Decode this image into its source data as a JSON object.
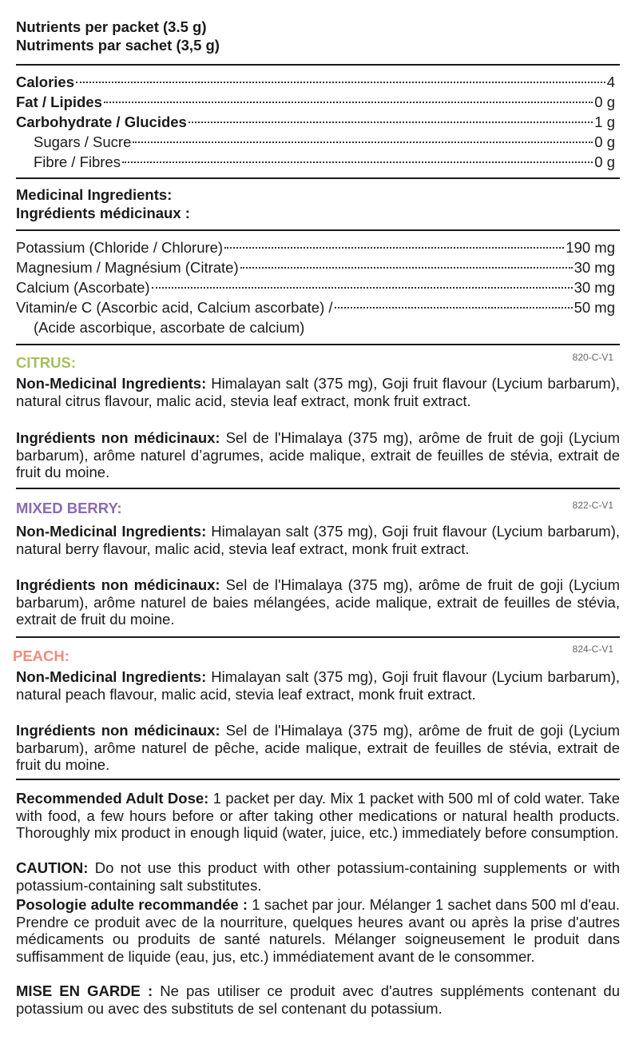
{
  "header": {
    "line1": "Nutrients per packet (3.5 g)",
    "line2": "Nutriments par sachet (3,5 g)"
  },
  "nutrients": [
    {
      "label": "Calories",
      "value": "4",
      "bold": true
    },
    {
      "label": "Fat / Lipides",
      "value": "0 g",
      "bold": true
    },
    {
      "label": "Carbohydrate / Glucides",
      "value": "1 g",
      "bold": true
    },
    {
      "label": "Sugars / Sucre",
      "value": "0 g",
      "bold": false
    },
    {
      "label": "Fibre / Fibres",
      "value": "0 g",
      "bold": false
    }
  ],
  "medicinal": {
    "title1": "Medicinal Ingredients:",
    "title2": "Ingrédients médicinaux :",
    "items": [
      {
        "label": "Potassium (Chloride / Chlorure)",
        "value": "190 mg"
      },
      {
        "label": "Magnesium / Magnésium (Citrate) ",
        "value": "30 mg"
      },
      {
        "label": "Calcium (Ascorbate)",
        "value": "30 mg"
      },
      {
        "label": "Vitamin/e C (Ascorbic acid, Calcium ascorbate) /",
        "value": "50 mg"
      }
    ],
    "note": "(Acide ascorbique, ascorbate de calcium)"
  },
  "colors": {
    "citrus": "#a6bf5a",
    "berry": "#8a6bb0",
    "peach": "#ef8c7c"
  },
  "flavours": [
    {
      "name": "CITRUS:",
      "code": "820-C-V1",
      "en_label": "Non-Medicinal Ingredients:",
      "en_text": " Himalayan salt (375 mg), Goji fruit flavour (Lycium barbarum), natural citrus flavour, malic acid, stevia leaf extract, monk fruit extract.",
      "fr_label": "Ingrédients non médicinaux:",
      "fr_text": " Sel de l'Himalaya (375 mg), arôme de fruit de goji (Lycium barbarum), arôme naturel d’agrumes, acide malique, extrait de feuilles de stévia, extrait de fruit du moine."
    },
    {
      "name": "MIXED BERRY:",
      "code": "822-C-V1",
      "en_label": "Non-Medicinal Ingredients:",
      "en_text": " Himalayan salt (375 mg), Goji fruit flavour (Lycium barbarum), natural berry flavour, malic acid, stevia leaf extract, monk fruit extract.",
      "fr_label": "Ingrédients non médicinaux:",
      "fr_text": " Sel de l'Himalaya (375 mg), arôme de fruit de goji (Lycium barbarum), arôme naturel de baies mélangées, acide malique, extrait de feuilles de stévia, extrait de fruit du moine."
    },
    {
      "name": "PEACH:",
      "code": "824-C-V1",
      "en_label": "Non-Medicinal Ingredients:",
      "en_text": " Himalayan salt (375 mg), Goji fruit flavour (Lycium barbarum), natural peach flavour, malic acid, stevia leaf extract, monk fruit extract.",
      "fr_label": "Ingrédients non médicinaux:",
      "fr_text": " Sel de l'Himalaya (375 mg), arôme de fruit de goji (Lycium barbarum), arôme naturel de pêche, acide malique, extrait de feuilles de stévia, extrait de fruit du moine."
    }
  ],
  "directions": {
    "dose_label": "Recommended Adult Dose:",
    "dose_text": " 1 packet per day. Mix 1 packet with 500 ml of cold water. Take with food, a few hours before or after taking other medications or natural health products. Thoroughly mix product in enough liquid (water, juice, etc.) immediately before consumption.",
    "caution_label": "CAUTION:",
    "caution_text": " Do not use this product with other potassium-containing supplements or with potassium-containing salt substitutes.",
    "poso_label": "Posologie adulte recommandée :",
    "poso_text": " 1 sachet par jour. Mélanger 1 sachet dans 500 ml d'eau. Prendre ce produit avec de la nourriture, quelques heures avant ou après la prise d'autres médicaments ou produits de santé naturels. Mélanger soigneusement le produit dans suffisamment de liquide (eau, jus, etc.) immédiatement avant de le consommer.",
    "garde_label": "MISE EN GARDE :",
    "garde_text": " Ne pas utiliser ce produit avec d'autres suppléments contenant du potassium ou avec des substituts de sel contenant du potassium."
  }
}
